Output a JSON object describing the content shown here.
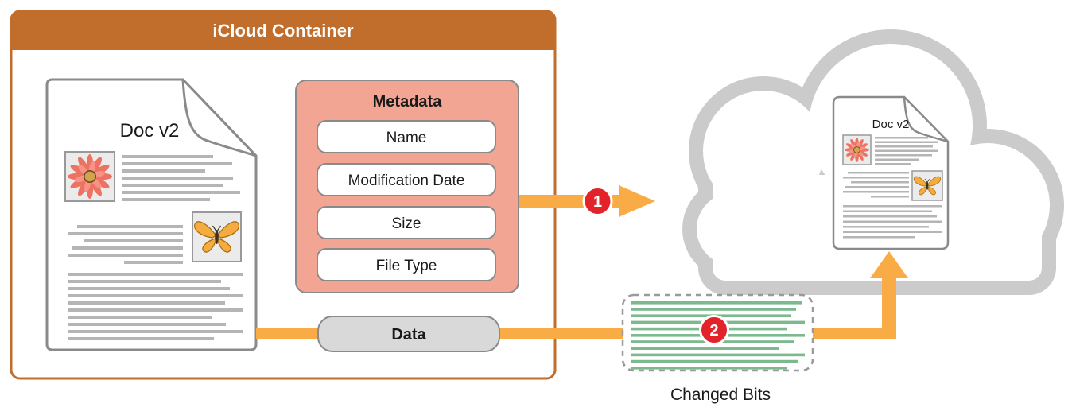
{
  "container": {
    "title": "iCloud Container"
  },
  "source_document": {
    "title": "Doc v2"
  },
  "metadata": {
    "title": "Metadata",
    "fields": [
      {
        "label": "Name"
      },
      {
        "label": "Modification Date"
      },
      {
        "label": "Size"
      },
      {
        "label": "File Type"
      }
    ]
  },
  "data_pill": {
    "label": "Data"
  },
  "badges": {
    "metadata_step": "1",
    "data_step": "2"
  },
  "changed_bits": {
    "label": "Changed Bits"
  },
  "cloud_document": {
    "title": "Doc v2"
  },
  "colors": {
    "container_orange": "#C16E2D",
    "arrow_orange": "#F9AC45",
    "badge_red": "#E2232A",
    "metadata_salmon": "#F3A593",
    "cloud_gray": "#CBCBCB",
    "line_gray": "#B5B5B5",
    "green_line": "#7CB98E"
  },
  "decor": {
    "doc_large_top": {
      "fill": "#B5B5B5",
      "rects": [
        [
          154,
          195,
          114,
          4
        ],
        [
          154,
          204,
          138,
          4
        ],
        [
          154,
          213,
          104,
          4
        ],
        [
          154,
          222,
          139,
          4
        ],
        [
          154,
          231,
          126,
          4
        ],
        [
          154,
          240,
          148,
          4
        ],
        [
          154,
          249,
          110,
          4
        ]
      ]
    },
    "doc_large_mid": {
      "fill": "#B5B5B5",
      "rects": [
        [
          97,
          283,
          133,
          4
        ],
        [
          86,
          292,
          144,
          4
        ],
        [
          105,
          301,
          125,
          4
        ],
        [
          90,
          310,
          140,
          4
        ],
        [
          86,
          319,
          144,
          4
        ],
        [
          156,
          328,
          74,
          4
        ]
      ]
    },
    "doc_large_bottom": {
      "fill": "#B5B5B5",
      "rects": [
        [
          85,
          343,
          220,
          4
        ],
        [
          85,
          352,
          193,
          4
        ],
        [
          85,
          361,
          204,
          4
        ],
        [
          85,
          370,
          220,
          4
        ],
        [
          85,
          379,
          198,
          4
        ],
        [
          85,
          388,
          220,
          4
        ],
        [
          85,
          397,
          182,
          4
        ],
        [
          85,
          406,
          199,
          4
        ],
        [
          85,
          415,
          220,
          4
        ],
        [
          85,
          424,
          184,
          4
        ]
      ]
    },
    "doc_small_top": {
      "fill": "#B5B5B5",
      "rects": [
        [
          1100,
          172,
          67,
          2.5
        ],
        [
          1100,
          177.5,
          80,
          2.5
        ],
        [
          1100,
          183,
          73,
          2.5
        ],
        [
          1100,
          188.5,
          80,
          2.5
        ],
        [
          1100,
          194,
          72,
          2.5
        ],
        [
          1100,
          199.5,
          55,
          2.5
        ],
        [
          1100,
          205,
          45,
          2.5
        ]
      ]
    },
    "doc_small_mid": {
      "fill": "#B5B5B5",
      "rects": [
        [
          1066,
          216,
          77,
          2.5
        ],
        [
          1060,
          222,
          83,
          2.5
        ],
        [
          1070,
          228,
          73,
          2.5
        ],
        [
          1062,
          234,
          81,
          2.5
        ],
        [
          1060,
          240,
          83,
          2.5
        ],
        [
          1095,
          246,
          48,
          2.5
        ]
      ]
    },
    "doc_small_bottom": {
      "fill": "#B5B5B5",
      "rects": [
        [
          1060,
          258,
          125,
          2.5
        ],
        [
          1060,
          264.5,
          112,
          2.5
        ],
        [
          1060,
          271,
          118,
          2.5
        ],
        [
          1060,
          277.5,
          125,
          2.5
        ],
        [
          1060,
          284,
          108,
          2.5
        ],
        [
          1060,
          290.5,
          125,
          2.5
        ],
        [
          1060,
          297,
          90,
          2.5
        ]
      ]
    },
    "green_lines": {
      "fill": "#7CB98E",
      "rects": [
        [
          793,
          379,
          215,
          3.6
        ],
        [
          793,
          387.2,
          208,
          3.6
        ],
        [
          793,
          395.4,
          202,
          3.6
        ],
        [
          793,
          403.6,
          219,
          3.6
        ],
        [
          793,
          411.8,
          196,
          3.6
        ],
        [
          793,
          420,
          219,
          3.6
        ],
        [
          793,
          428.2,
          205,
          3.6
        ],
        [
          793,
          436.4,
          186,
          3.6
        ],
        [
          793,
          444.6,
          219,
          3.6
        ],
        [
          793,
          452.8,
          211,
          3.6
        ],
        [
          793,
          461,
          196,
          3.6
        ]
      ]
    }
  }
}
